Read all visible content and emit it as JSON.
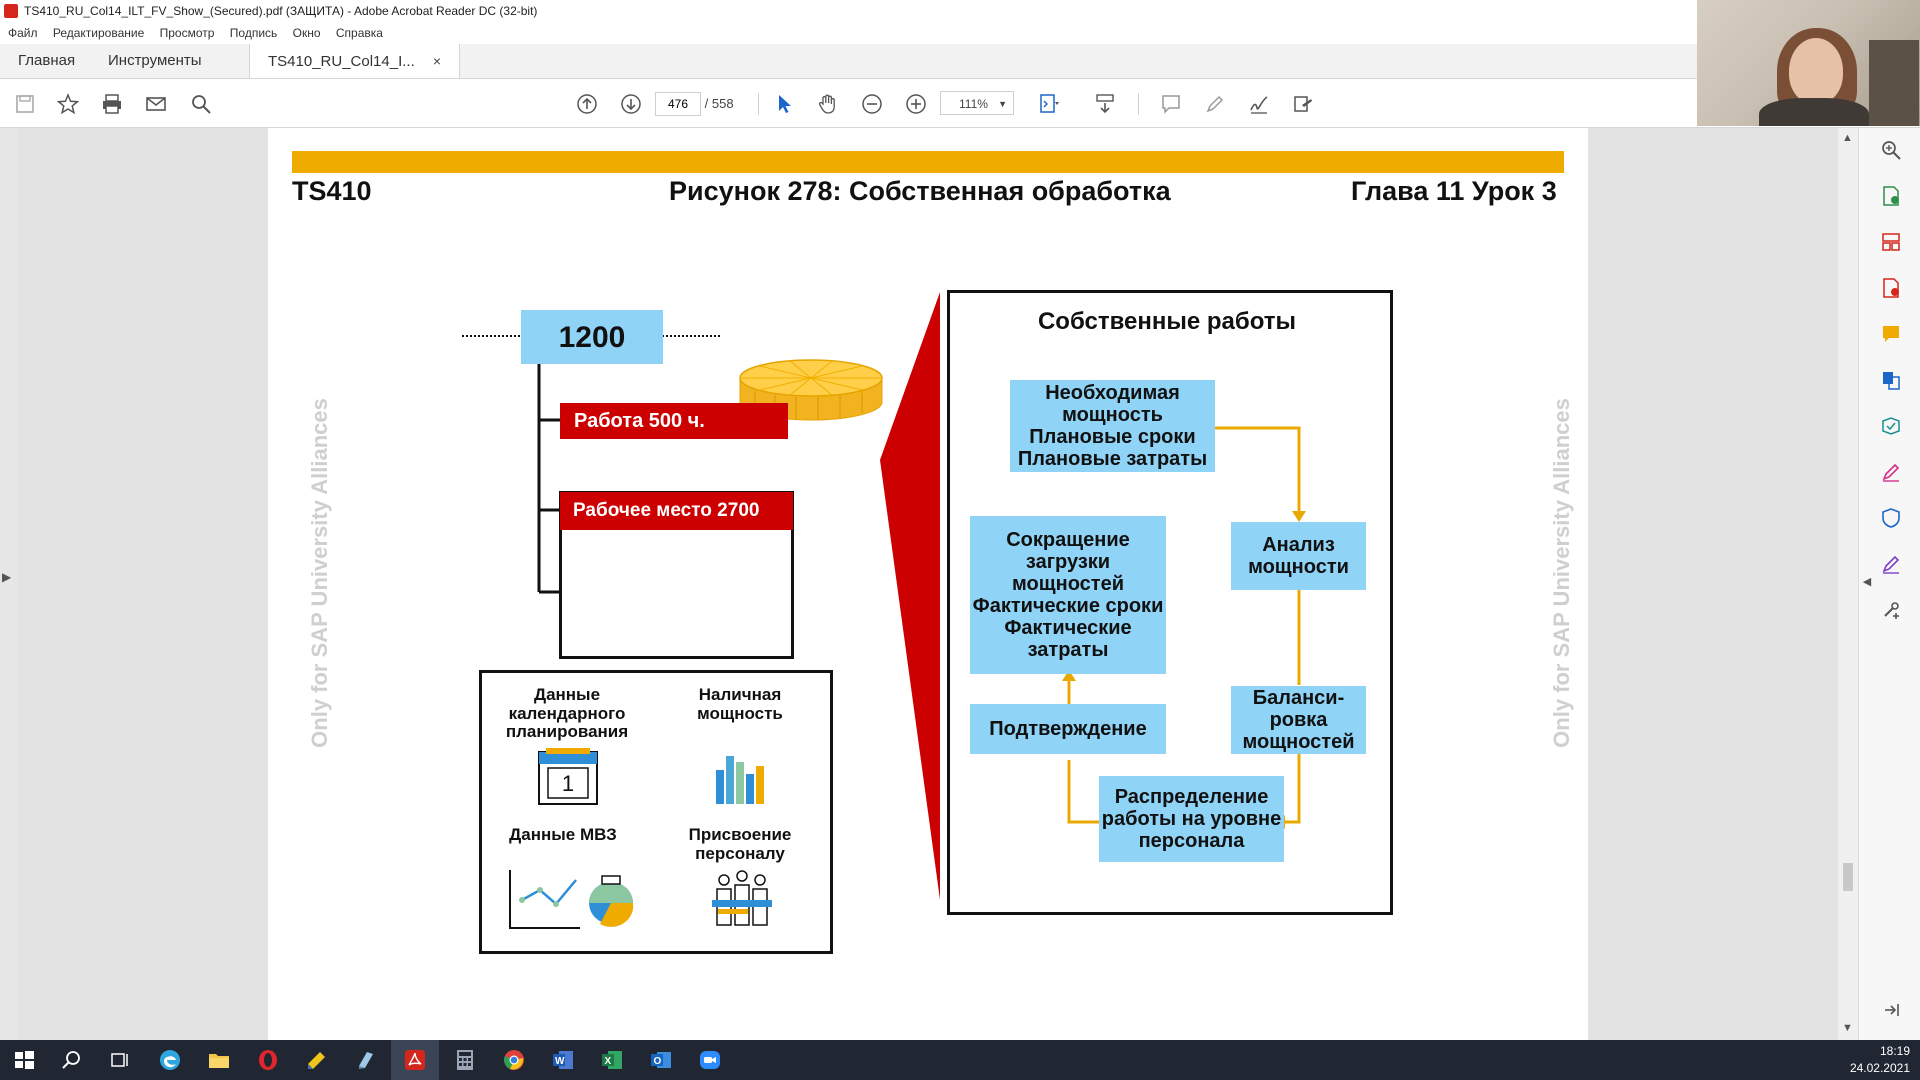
{
  "window": {
    "title": "TS410_RU_Col14_ILT_FV_Show_(Secured).pdf (ЗАЩИТА) - Adobe Acrobat Reader DC (32-bit)"
  },
  "menu": [
    "Файл",
    "Редактирование",
    "Просмотр",
    "Подпись",
    "Окно",
    "Справка"
  ],
  "tabs": {
    "home": "Главная",
    "tools": "Инструменты",
    "document": "TS410_RU_Col14_I...",
    "close": "×"
  },
  "toolbar": {
    "current_page": "476",
    "page_separator": "/",
    "total_pages": "558",
    "zoom": "111%"
  },
  "slide": {
    "left_header": "TS410",
    "center_header": "Рисунок 278: Собственная обработка",
    "right_header": "Глава 11 Урок 3",
    "watermark": "Only for SAP University Alliances",
    "order_number": "1200",
    "operation": "Работа 500 ч.",
    "workcenter": "Рабочее место 2700",
    "data_labels": {
      "scheduling": "Данные календарного планирования",
      "capacity": "Наличная мощность",
      "mrp": "Данные МВЗ",
      "personnel": "Присвоение персоналу"
    },
    "calendar_day": "1",
    "process_title": "Собственные  работы",
    "process": {
      "required": "Необходимая мощность Плановые сроки Плановые затраты",
      "analysis": "Анализ мощности",
      "reduction": "Сокращение загрузки мощностей Фактические сроки Фактические затраты",
      "confirmation": "Подтверждение",
      "leveling": "Баланси-ровка мощностей",
      "distribution": "Распределение работы на уровне персонала"
    }
  },
  "taskbar": {
    "time": "18:19",
    "date": "24.02.2021"
  },
  "colors": {
    "gold": "#f0ab00",
    "sap_blue": "#8fd3f6",
    "sap_red": "#cc0000",
    "arrow": "#e8a800"
  }
}
